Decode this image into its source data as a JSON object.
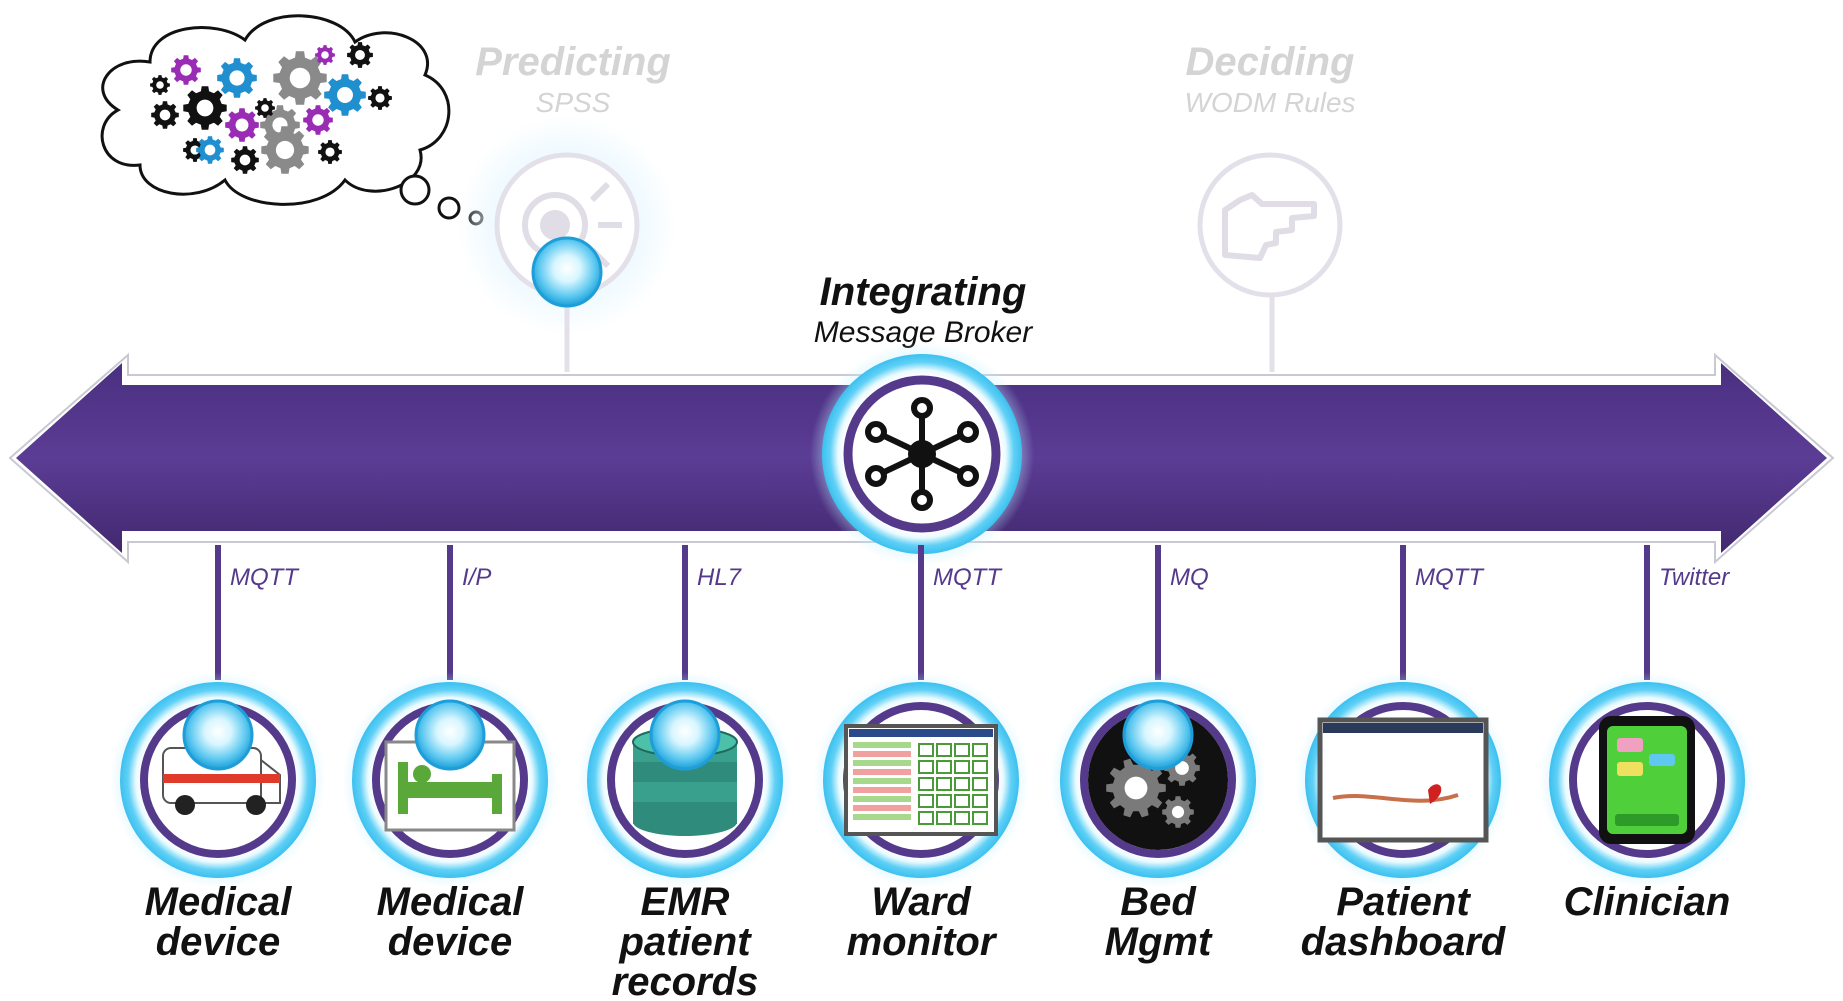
{
  "faded_stages": [
    {
      "title": "Predicting",
      "subtitle": "SPSS",
      "icon": "eye-icon"
    },
    {
      "title": "Deciding",
      "subtitle": "WODM Rules",
      "icon": "pointing-hand-icon"
    }
  ],
  "hub": {
    "title": "Integrating",
    "subtitle": "Message Broker",
    "icon": "network-hub-icon"
  },
  "endpoints": [
    {
      "name": "Medical device",
      "lines": [
        "Medical",
        "device"
      ],
      "protocol": "MQTT",
      "icon": "ambulance-icon",
      "active": true
    },
    {
      "name": "Medical device",
      "lines": [
        "Medical",
        "device"
      ],
      "protocol": "I/P",
      "icon": "hospital-bed-icon",
      "active": true
    },
    {
      "name": "EMR patient records",
      "lines": [
        "EMR",
        "patient",
        "records"
      ],
      "protocol": "HL7",
      "icon": "database-icon",
      "active": true
    },
    {
      "name": "Ward monitor",
      "lines": [
        "Ward",
        "monitor"
      ],
      "protocol": "MQTT",
      "icon": "monitor-screen-icon",
      "active": false
    },
    {
      "name": "Bed Mgmt",
      "lines": [
        "Bed",
        "Mgmt"
      ],
      "protocol": "MQ",
      "icon": "gears-icon",
      "active": true
    },
    {
      "name": "Patient dashboard",
      "lines": [
        "Patient",
        "dashboard"
      ],
      "protocol": "MQTT",
      "icon": "dashboard-screen-icon",
      "active": false
    },
    {
      "name": "Clinician",
      "lines": [
        "Clinician"
      ],
      "protocol": "Twitter",
      "icon": "tablet-icon",
      "active": false
    }
  ],
  "thought_bubble": {
    "icon": "thinking-gears-cloud-icon"
  },
  "colors": {
    "bus_purple": "#553a8c",
    "bus_edge": "#3a2466",
    "ring_cyan": "#3cc0ef",
    "ring_pale": "#cbeffb",
    "node_dark": "#1a1030",
    "gear_purple": "#9a2bb5",
    "gear_blue": "#1f8fd0",
    "gear_gray": "#8a8a8a",
    "faded": "#d4d4d4"
  }
}
